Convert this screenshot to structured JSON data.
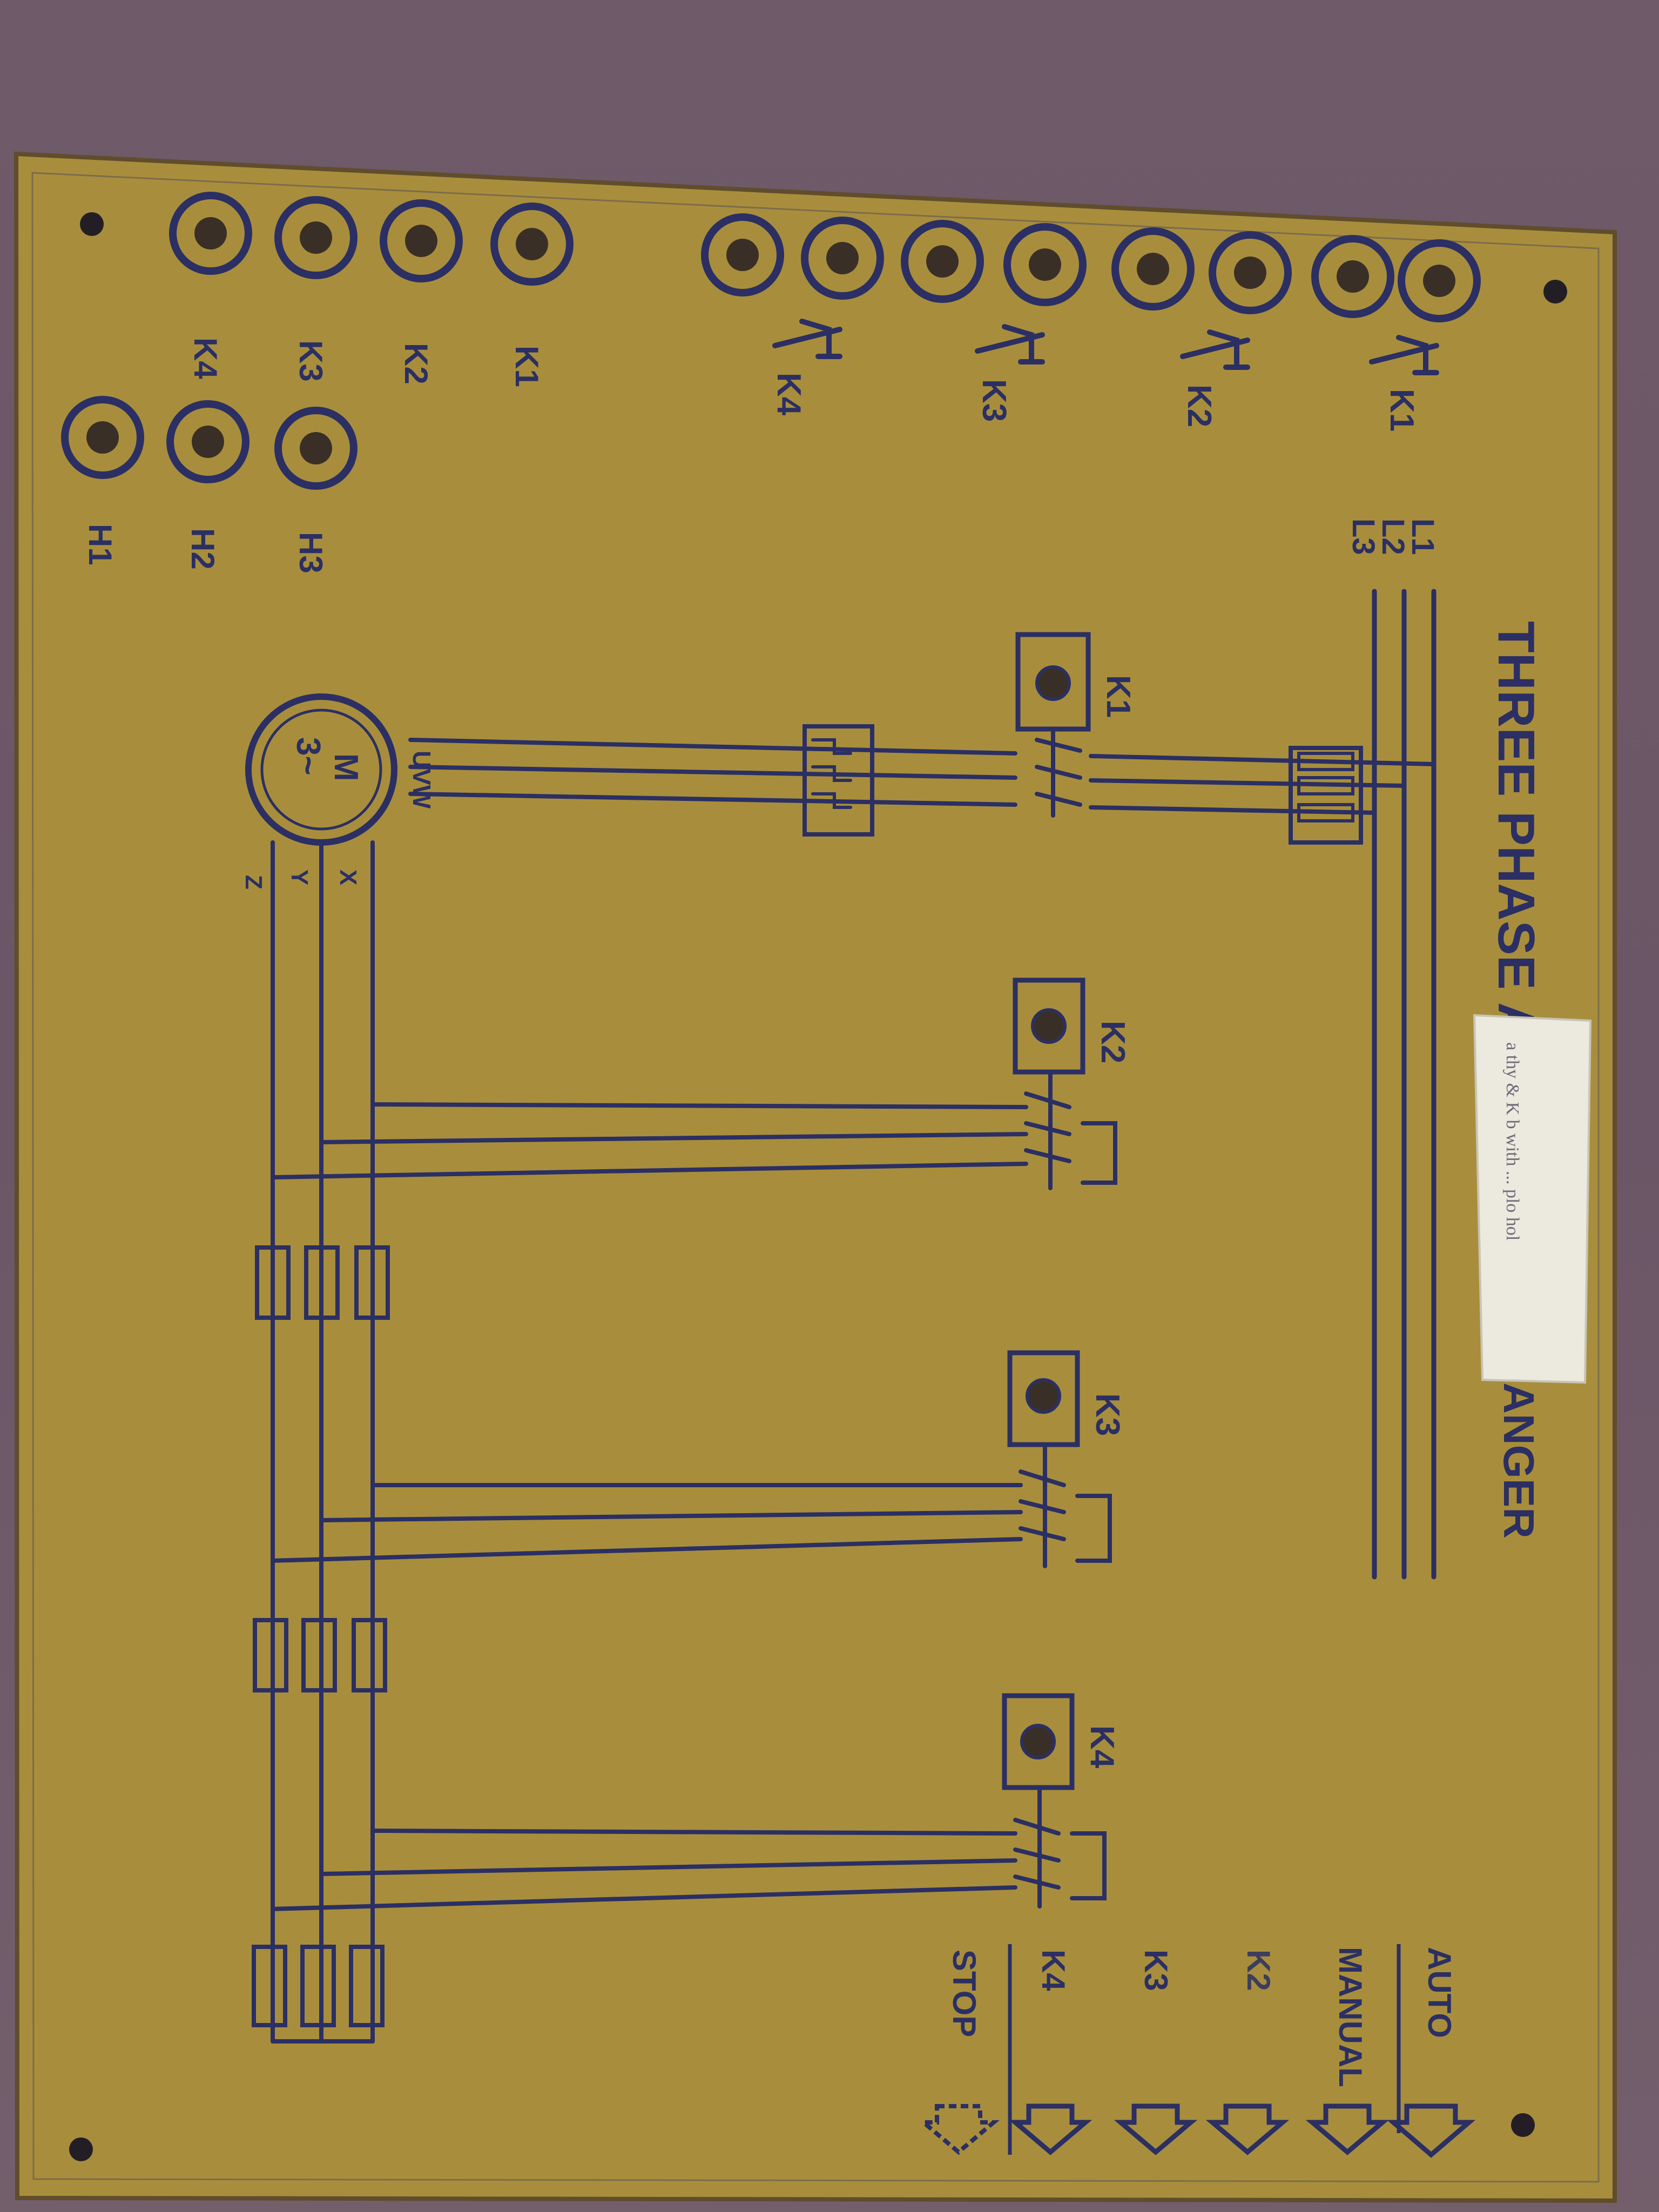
{
  "board": {
    "title": "THREE PHASE A",
    "title_tail": "ANGER",
    "sticker_note": "a thy & K b with ... plo hol",
    "colors": {
      "board": "#a88e3c",
      "ink": "#2b2f63",
      "background": "#6c5866",
      "sticker": "#ece9df"
    }
  },
  "top_sockets": {
    "labels": [
      "K1",
      "K2",
      "K3",
      "K4"
    ]
  },
  "contact_sockets": {
    "labels": [
      "K1",
      "K2",
      "K3",
      "K4"
    ]
  },
  "h_sockets": {
    "labels": [
      "H3",
      "H2",
      "H1"
    ]
  },
  "supply": {
    "lines": [
      "L1",
      "L2",
      "L3"
    ]
  },
  "contactors": [
    "K1",
    "K2",
    "K3",
    "K4"
  ],
  "motor": {
    "symbol": "M",
    "phase": "3~",
    "terminals_top": "UVW",
    "terminals_bottom": [
      "X",
      "Y",
      "Z"
    ]
  },
  "controls": [
    {
      "label": "AUTO"
    },
    {
      "label": "MANUAL"
    },
    {
      "label": "K2"
    },
    {
      "label": "K3"
    },
    {
      "label": "K4"
    },
    {
      "label": "STOP"
    }
  ]
}
